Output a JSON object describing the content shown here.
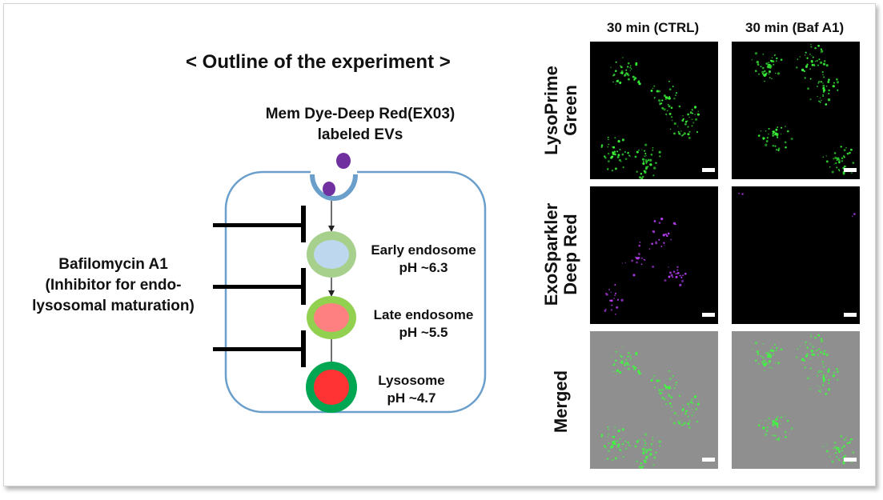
{
  "outline": {
    "title": "< Outline of the experiment >",
    "ev_label_line1": "Mem Dye-Deep Red(EX03)",
    "ev_label_line2": "labeled EVs",
    "inhibitor_line1": "Bafilomycin A1",
    "inhibitor_line2": "(Inhibitor for endo-",
    "inhibitor_line3": "lysosomal maturation)",
    "stages": [
      {
        "name": "Early endosome",
        "ph": "pH ~6.3",
        "outer_color": "#a8d08d",
        "inner_color": "#bdd7ee"
      },
      {
        "name": "Late endosome",
        "ph": "pH ~5.5",
        "outer_color": "#92d050",
        "inner_color": "#ff8080"
      },
      {
        "name": "Lysosome",
        "ph": "pH ~4.7",
        "outer_color": "#00a651",
        "inner_color": "#ff3333"
      }
    ],
    "colors": {
      "cell_border": "#6a9fcc",
      "ev": "#7030a0",
      "inhibitor_bar": "#000000"
    }
  },
  "micrographs": {
    "columns": [
      "30 min (CTRL)",
      "30 min (Baf A1)"
    ],
    "rows": [
      {
        "line1": "LysoPrime",
        "line2": "Green"
      },
      {
        "line1": "ExoSparkler",
        "line2": "Deep Red"
      },
      {
        "line1": "Merged",
        "line2": ""
      }
    ],
    "colors": {
      "lysoprime": "#3cff3c",
      "exosparkler": "#c040ff"
    }
  }
}
